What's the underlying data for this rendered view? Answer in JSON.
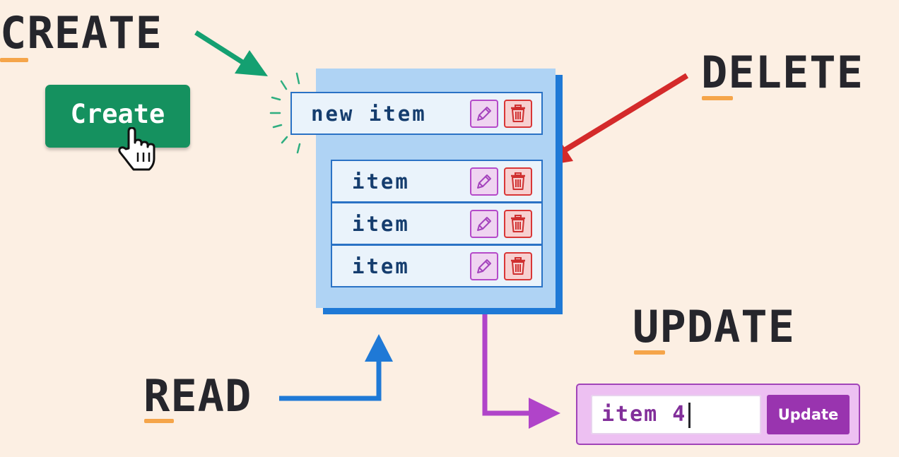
{
  "labels": {
    "create": "CREATE",
    "delete": "DELETE",
    "update": "UPDATE",
    "read": "READ"
  },
  "create_button": {
    "label": "Create"
  },
  "new_item": {
    "text": "new item"
  },
  "items": [
    {
      "text": "item"
    },
    {
      "text": "item"
    },
    {
      "text": "item"
    }
  ],
  "update_form": {
    "input_value": "item 4",
    "button_label": "Update"
  },
  "colors": {
    "background": "#fcefe3",
    "create_green": "#15915f",
    "delete_red": "#d42a2a",
    "read_blue": "#1f79d6",
    "update_purple": "#9934af",
    "accent_underline": "#f5a54a"
  },
  "icons": [
    "pencil-icon",
    "trash-icon",
    "hand-pointer-icon",
    "arrow-icon"
  ]
}
